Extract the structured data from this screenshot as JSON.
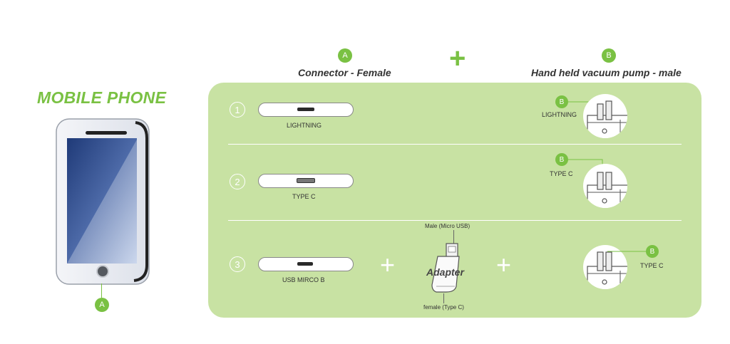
{
  "title": "MOBILE PHONE",
  "header": {
    "col_a_badge": "A",
    "col_a_label": "Connector - Female",
    "plus": "+",
    "col_b_badge": "B",
    "col_b_label": "Hand held vacuum pump - male"
  },
  "phone_badge": "A",
  "rows": [
    {
      "number": "1",
      "connector_label": "LIGHTNING",
      "pump_badge": "B",
      "pump_label": "LIGHTNING"
    },
    {
      "number": "2",
      "connector_label": "TYPE C",
      "pump_badge": "B",
      "pump_label": "TYPE C"
    },
    {
      "number": "3",
      "connector_label": "USB MIRCO B",
      "pump_badge": "B",
      "pump_label": "TYPE C"
    }
  ],
  "adapter": {
    "label": "Adapter",
    "male_label": "Male (Micro USB)",
    "female_label": "female (Type C)",
    "plus_left": "+",
    "plus_right": "+"
  },
  "colors": {
    "accent": "#7ac143",
    "panel": "#c8e2a3"
  }
}
